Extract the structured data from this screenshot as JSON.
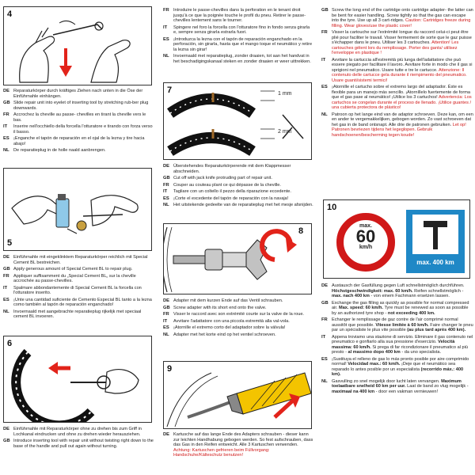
{
  "col1": {
    "step4": {
      "num": "4",
      "rows": [
        {
          "code": "DE",
          "text": "Reparaturkörper durch kräftiges Ziehen nach unten in die Öse der Einführnahle einhängen."
        },
        {
          "code": "GB",
          "text": "Slide repair unit into eyelet of inserting tool by stretching rub-ber plug downwards."
        },
        {
          "code": "FR",
          "text": "Accrochez la cheville au passe- chevilles en tirant la cheville vers le bas."
        },
        {
          "code": "IT",
          "text": "Inserire nell'occhiello della forcella l'otturatore e tirando con forza verso il basso."
        },
        {
          "code": "ES",
          "text": "¡Enganche el tapón de reparación en el ojal de la lezna y tire hacia abajo!"
        },
        {
          "code": "NL",
          "text": "De reparatieplug in de holle naald aanbrengen."
        }
      ]
    },
    "step5": {
      "num": "5",
      "rows": [
        {
          "code": "DE",
          "text": "Einführnahle mit eingeklinktem Reparaturkörper reichlich mit Special Cement BL bestreichen."
        },
        {
          "code": "GB",
          "text": "Apply generous amount of Special Cement BL to repair plug."
        },
        {
          "code": "FR",
          "text": "Appliquer suffisamment du „Special Cement BL„ sur la cheville accrochée au passe-chevilles."
        },
        {
          "code": "IT",
          "text": "Spalmare abbondantemente di Special Cement BL la forcella con l'otturatore inserito."
        },
        {
          "code": "ES",
          "text": "¡Unte una cantidad suficiente de Cemento Especial BL tanto a la lezna como también al tapón de reparación enganchado!"
        },
        {
          "code": "NL",
          "text": "Invoernaald met aangebrachte reparatieplug rijkelijk met speciaal cement BL invoeren."
        }
      ]
    },
    "step6": {
      "num": "6",
      "rows": [
        {
          "code": "DE",
          "text": "Einführnahle mit Reparaturkörper ohne zu drehen bis zum Griff in Lochkanal eindrucken und ohne zu drehen wieder herausziehen."
        },
        {
          "code": "GB",
          "text": "Introduce inserting tool with repair unit without twisting right down to the base of the handle and pull out again without turning."
        }
      ]
    }
  },
  "col2": {
    "top": {
      "rows": [
        {
          "code": "FR",
          "text": "Introduire le passe-chevilles dans la perforation en le tenant droit jusqu'à ce que la poignée touche le profil du pneu. Retirer le passe-chevilles lentement sans le tourner."
        },
        {
          "code": "IT",
          "text": "Spingere nel foro la forcella con l'otturatore fino in fondo senza girarla e, sempre senza girarla estrarla fuori."
        },
        {
          "code": "ES",
          "text": "¡Introduzca la lezna con el tapón de reparación enganchado en la perforación, sin girarla, hasta que el mango toque el neumático y retire la lezna sin girar!"
        },
        {
          "code": "NL",
          "text": "Invoernaald met reparatieplug, zonder draaien, tot aan het handvat in het beschadigingskanaal steken en zonder draaien er weer uittrekken."
        }
      ]
    },
    "step7": {
      "num": "7",
      "dim_top": "1 mm",
      "dim_bottom": "2 mm",
      "rows": [
        {
          "code": "DE",
          "text": "Überstehendes Reparaturkörperende mit dem Klappmesser abschneiden."
        },
        {
          "code": "GB",
          "text": "Cut off with jack knife protruding part of repair unit."
        },
        {
          "code": "FR",
          "text": "Couper au couteau plant ce qui dépasse de la cheville."
        },
        {
          "code": "IT",
          "text": "Tagliare con un coltello il pezzo della riparazione eccedente."
        },
        {
          "code": "ES",
          "text": "¡Corte el excedente del tapón de reparación con la navaja!"
        },
        {
          "code": "NL",
          "text": "Het uitstekende gedeelte van de reparatieplug met het mesje afsnijden."
        }
      ]
    },
    "step8": {
      "num": "8",
      "rows": [
        {
          "code": "DE",
          "text": "Adapter mit dem kurzen Ende auf das Ventil schrauben."
        },
        {
          "code": "GB",
          "text": "Screw adapter with its short end onto the valve."
        },
        {
          "code": "FR",
          "text": "Visser le raccord avec son extrémité courte sur la valve de la roue."
        },
        {
          "code": "IT",
          "text": "Avvitare l'adattatore con una piccola estremità alla val-vola."
        },
        {
          "code": "ES",
          "text": "¡Atornille el extremo corto del adaptador sobre la válvula!"
        },
        {
          "code": "NL",
          "text": "Adapter met het korte eind op het ventiel schroeven."
        }
      ]
    },
    "step9": {
      "num": "9",
      "rows": [
        {
          "code": "DE",
          "text": "Kartusche auf das lange Ende des Adapters schrauben - dieser kann zur leichten Handhabung gebogen werden. So fest aufschrauben, dass das Gas in den Reifen entweicht. Alle 3 Kartuschen verwenden.",
          "warn": "Achtung: Kartuschen gefrieren beim Füllvorgang: Handschuhe/Kälteschutz benutzen!"
        }
      ]
    }
  },
  "col3": {
    "top": {
      "rows": [
        {
          "code": "GB",
          "text": "Screw the long end of the cartridge onto cartridge adapter- the latter can be bent for easier handling. Screw tightly so that the gas can escape into the tyre. Use up all 3 cart-ridges.",
          "warn": "Caution: Cartridges freeze during filling. Wear gloves/use the plastic cover!"
        },
        {
          "code": "FR",
          "text": "Visser la cartouche sur l'extrémité longue du raccord celui-ci peut être plié pour faciliter le travail. Visser fermement de sorte que le gaz puisse s'échapper dans le pneu. Utiliser les 3 cartouches.",
          "warn": "Attention! Les cartouches gèlent lors du remplissage. Porter des gants/ utilisez l'enveloppe en plastique !"
        },
        {
          "code": "IT",
          "text": "Avvitare la cartuccia all'estremità più lunga dell'adattatore che può essere piegato per facilitare il lavoro. Avvitare forte in modo che il gas si sprigioni nel pneumatico. Usare tutte e tre le cartucce.",
          "warn": "Attenzione: Il contenuto delle cartucce gela durante il riempimento del pneumatico. Usare guanti/sistemi termici!"
        },
        {
          "code": "ES",
          "text": "¡Atornille el cartucho sobre el extremo largo del adaptador. Éste es flexible para un manejo más sencillo. ¡Atorníllelo fuertemente de forma que el gas pase al neumático! ¡Utilice los 3 cartuchos!",
          "warn": "Advertencia: Los cartuchos se congelan durante el proceso de llenado. ¡Utilice guantes / una cubierta protectora de plástico!"
        },
        {
          "code": "NL",
          "text": "Patroon op het lange eind van de adaptor schroeven. Deze kan, om een en ander te vergemakkelijken, gebogen worden. Zo vast schroeven dat het gas in de band ontsnapt. Alle drie de patronen gebruiken.",
          "warn": "Let op! Patronen bevriezen tijdens het legeglopen. Gebruik handschoenen/bescherming tegen koude!"
        }
      ]
    },
    "step10": {
      "num": "10",
      "sign_speed": "60",
      "sign_prefix": "max.",
      "sign_unit": "km/h",
      "dist_label": "max. 400 km",
      "rows": [
        {
          "code": "DE",
          "text": "Austausch der Gasfüllung gegen Luft schnellstmöglich durchführen.",
          "bold": "Höchstgeschwindigkeit: max. 60 km/h.",
          "text2": "Reifen schnellstmöglich -",
          "bold2": "max. nach 400 km",
          "text3": "- von einem Fachmann ersetzen lassen."
        },
        {
          "code": "GB",
          "text": "Exchange the gas filling as quickly as possible for normal compressed air.",
          "bold": "Max. speed: 60 km/h.",
          "text2": "Tyre must be renewed as soon as possible by an authorized tyre shop -",
          "bold2": "not exceeding 400 km.",
          "text3": ""
        },
        {
          "code": "FR",
          "text": "Echanger le remplissage de gaz contre de l'air comprimé normal aussitôt que possible.",
          "bold": "Vitesse limitée à 60 km/h.",
          "text2": "Faire changer le pneu par un spécialiste le plus vite possible",
          "bold2": "(au plus tard après 400 km).",
          "text3": ""
        },
        {
          "code": "IT",
          "text": "Appena troviamo una stazione di servizio. Eliminare il gas contenuto nel pneumatico e gonfiarlo alla sua pressione d'esercizio.",
          "bold": "Velocità massima: 60 km/h.",
          "text2": "Si prega di far ricondizionare il pneumatico al più presto -",
          "bold2": "al massimo dopo 400 km",
          "text3": "- da uno specialista."
        },
        {
          "code": "ES",
          "text": "¡Sustituya el relleno de gas lo más pronto posible por aire comprimido normal!",
          "bold": "Velocidad max.: 60 km/h.",
          "text2": "¡Deje que el neumático sea reparado lo antes posible por un especialista",
          "bold2": "(recorrido máx.: 400 km).",
          "text3": ""
        },
        {
          "code": "NL",
          "text": "Gasvulling zo snel mogelijk door lucht laten vervangen.",
          "bold": "Maximum toelaatbare snelheid 60 km per uur.",
          "text2": "Laat de band zo vlug mogelijk -",
          "bold2": "maximaal na 400 km",
          "text3": "- door een vakman vernieuwen!"
        }
      ]
    }
  },
  "colors": {
    "red": "#d01818",
    "arrow_red": "#e2231a",
    "blue": "#1f88c6",
    "yellow": "#f3c400"
  }
}
